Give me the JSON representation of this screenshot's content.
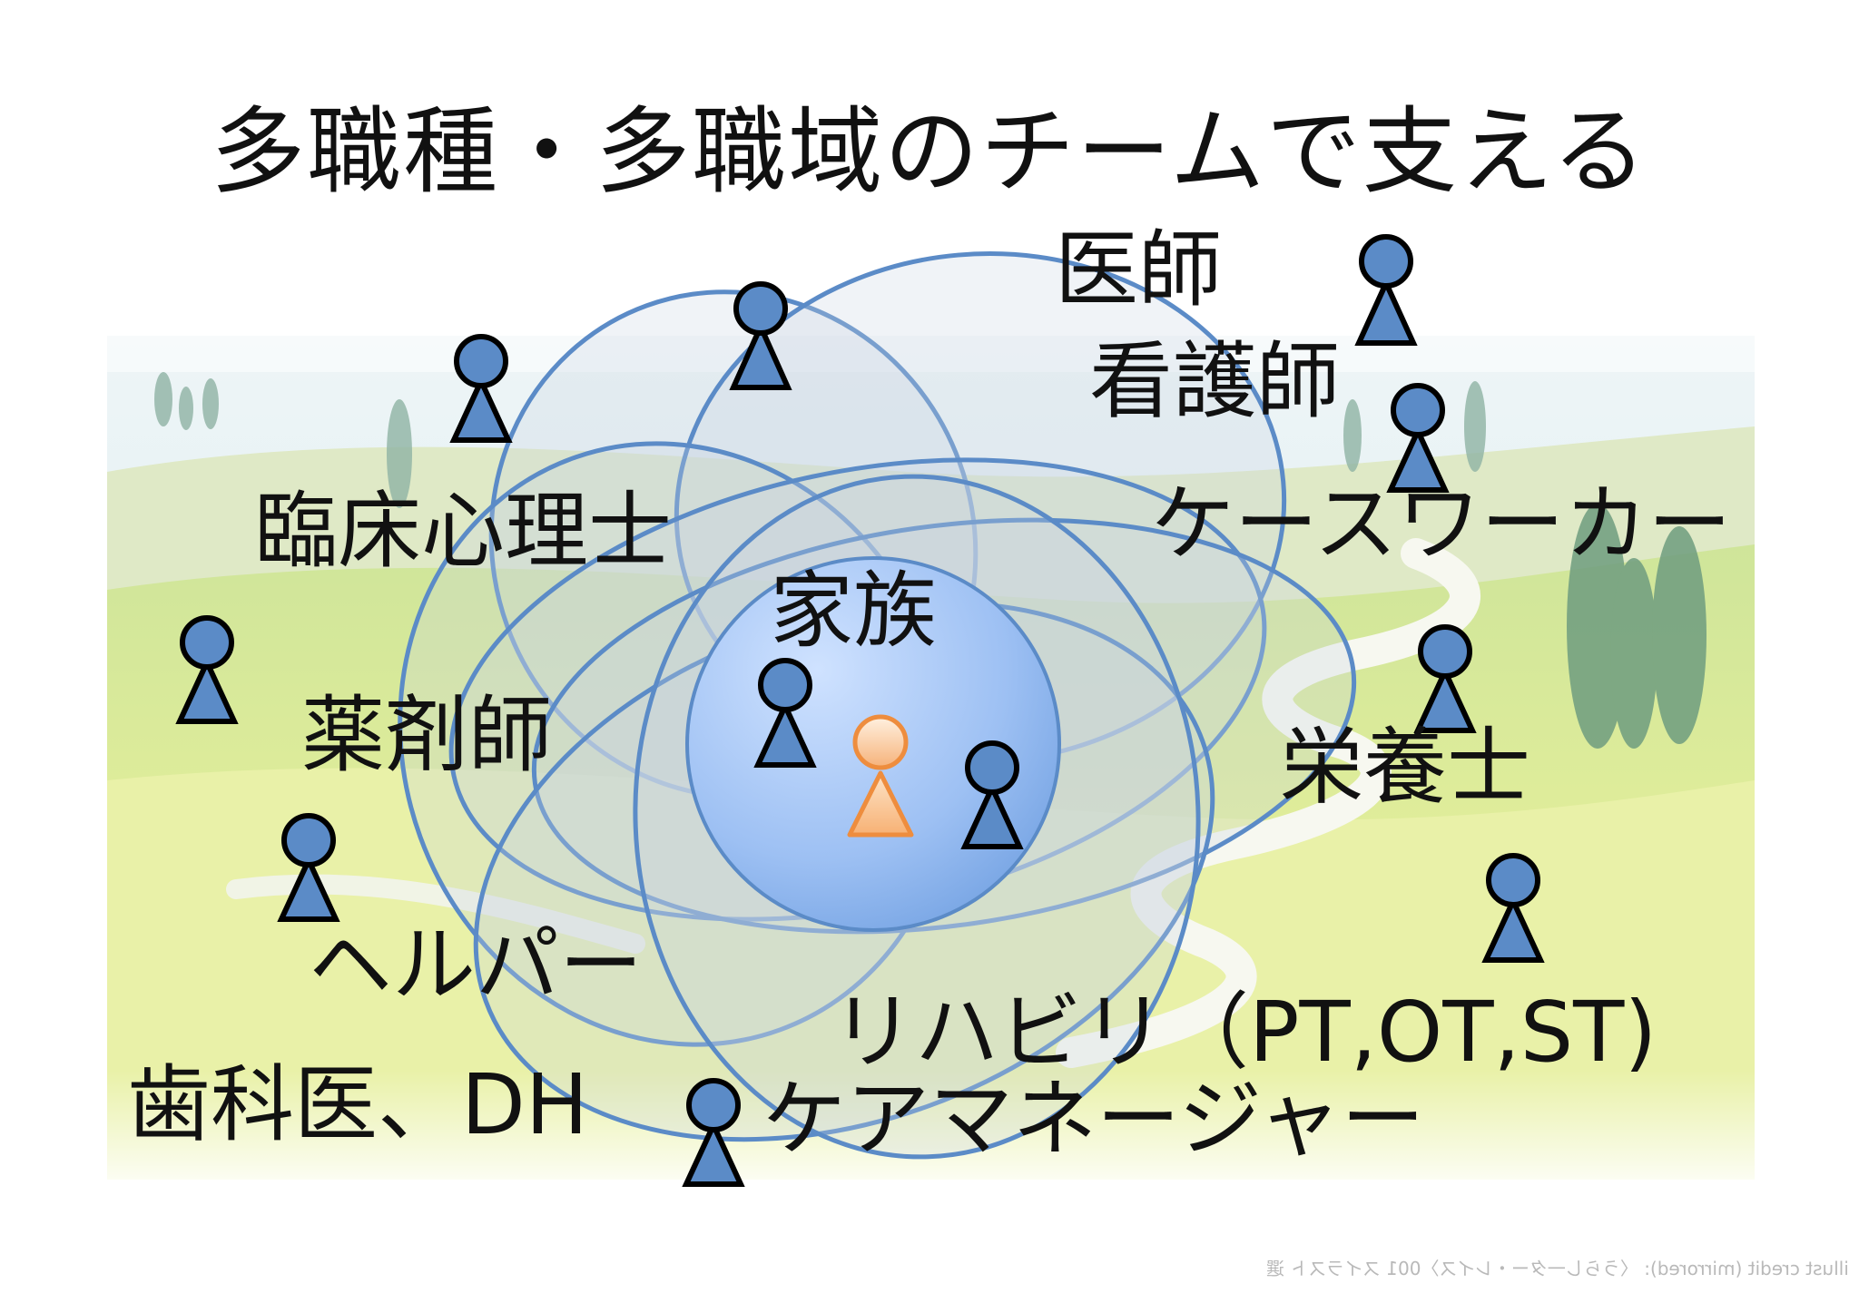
{
  "title": "多職種・多職域のチームで支える",
  "labels": {
    "doctor": "医師",
    "nurse": "看護師",
    "clinical_psychologist": "臨床心理士",
    "caseworker": "ケースワーカー",
    "family": "家族",
    "pharmacist": "薬剤師",
    "dietitian": "栄養士",
    "helper": "ヘルパー",
    "rehab": "リハビリ（PT,OT,ST)",
    "dental": "歯科医、DH",
    "care_manager": "ケアマネージャー"
  },
  "watermark": "illust credit (mirrored): 〈うらし一ター・レイス〉001 スイラスト 選"
}
